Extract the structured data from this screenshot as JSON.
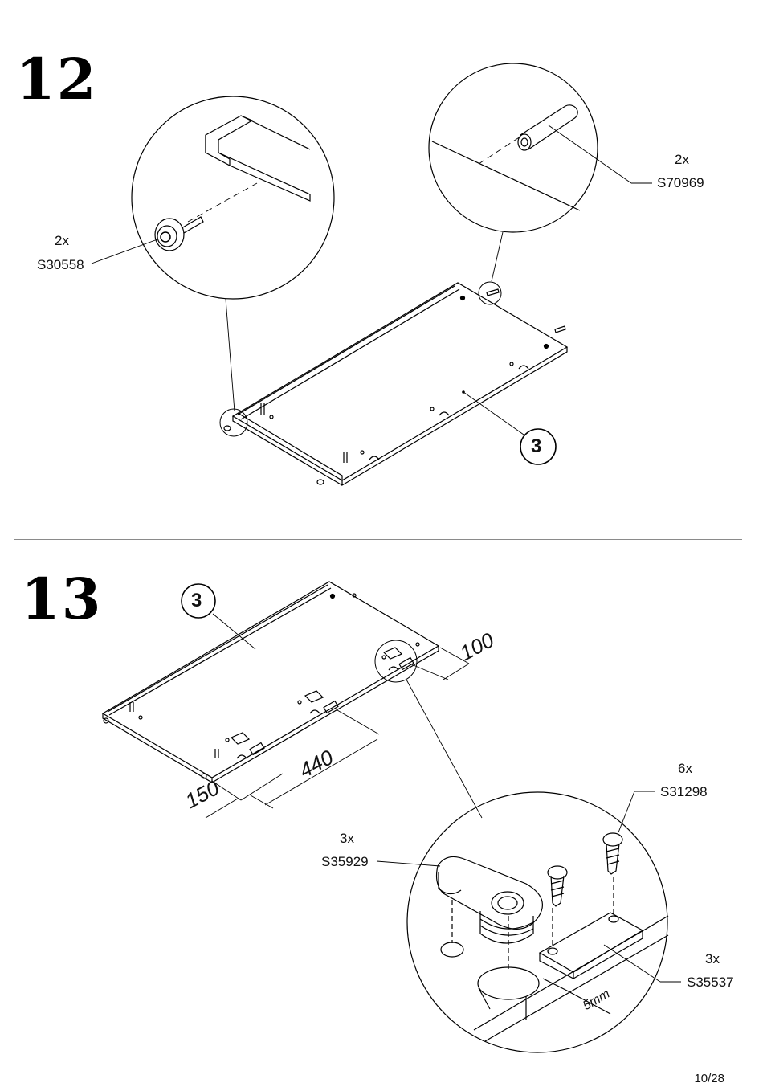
{
  "page_number": "10/28",
  "step12": {
    "number": "12",
    "part_label": "3",
    "callouts": [
      {
        "qty": "2x",
        "code": "S30558"
      },
      {
        "qty": "2x",
        "code": "S70969"
      }
    ]
  },
  "step13": {
    "number": "13",
    "part_label": "3",
    "dimensions": {
      "d150": "150",
      "d440": "440",
      "d100": "100",
      "d5mm": "5mm"
    },
    "callouts": [
      {
        "qty": "6x",
        "code": "S31298"
      },
      {
        "qty": "3x",
        "code": "S35929"
      },
      {
        "qty": "3x",
        "code": "S35537"
      }
    ]
  }
}
